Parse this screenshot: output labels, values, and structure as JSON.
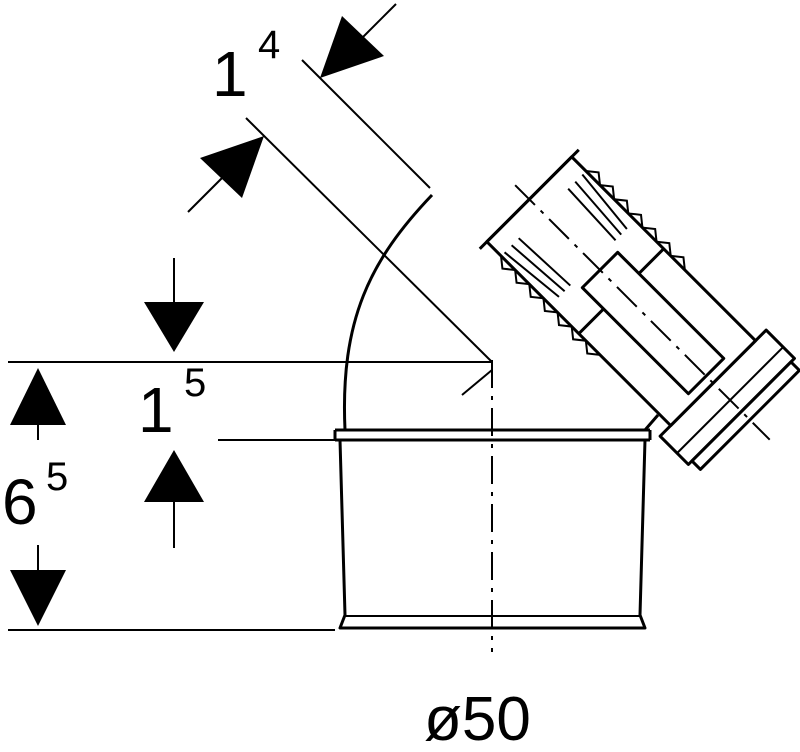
{
  "dimensions": {
    "socket_depth": {
      "base": "1",
      "exp": "4"
    },
    "offset": {
      "base": "1",
      "exp": "5"
    },
    "height": {
      "base": "6",
      "exp": "5"
    },
    "diameter": "ø50"
  },
  "colors": {
    "line": "#000000",
    "background": "#ffffff"
  }
}
